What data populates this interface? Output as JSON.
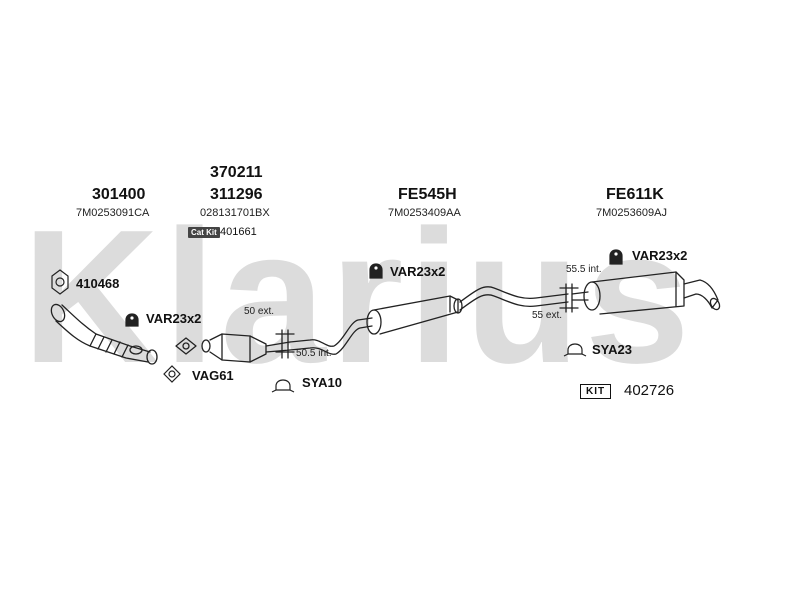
{
  "watermark": "Klarius",
  "parts": [
    {
      "part_number": "301400",
      "oe_number": "7M0253091CA"
    },
    {
      "part_number": "370211",
      "part_number_2": "311296",
      "oe_number": "028131701BX"
    },
    {
      "part_number": "FE545H",
      "oe_number": "7M0253409AA"
    },
    {
      "part_number": "FE611K",
      "oe_number": "7M0253609AJ"
    }
  ],
  "cat_kit": {
    "badge": "Cat Kit",
    "number": "401661"
  },
  "kit": {
    "badge": "KIT",
    "number": "402726"
  },
  "fittings": {
    "f410468": "410468",
    "var_front": "VAR23x2",
    "vag61": "VAG61",
    "sya10": "SYA10",
    "var_mid": "VAR23x2",
    "var_rear": "VAR23x2",
    "sya23": "SYA23"
  },
  "dimensions": {
    "d50ext": "50 ext.",
    "d505int": "50.5 int.",
    "d555int": "55.5 int.",
    "d55ext": "55 ext."
  },
  "colors": {
    "line": "#222222",
    "watermark": "#dcdcdc",
    "badge": "#444444"
  }
}
